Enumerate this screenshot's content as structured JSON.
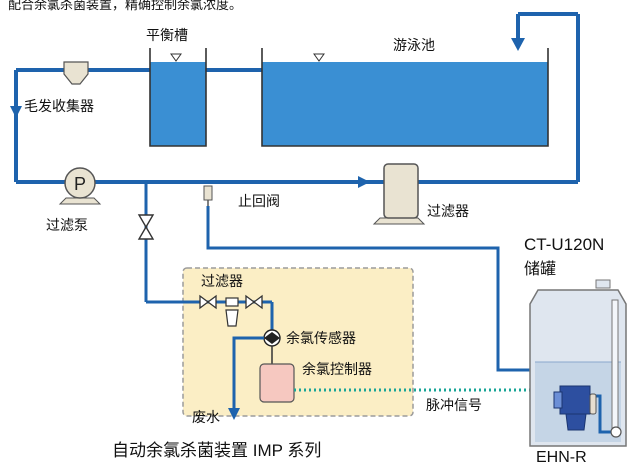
{
  "top_note": "配合余氯杀菌装置，精确控制余氯浓度。",
  "labels": {
    "balance_tank": "平衡槽",
    "pool": "游泳池",
    "hair_collector": "毛发收集器",
    "pump_letter": "P",
    "filter_pump": "过滤泵",
    "check_valve": "止回阀",
    "main_filter": "过滤器",
    "box_filter": "过滤器",
    "chlorine_sensor": "余氯传感器",
    "chlorine_controller": "余氯控制器",
    "waste_water": "废水",
    "pulse_signal": "脉冲信号",
    "tank_model": "CT-U120N",
    "tank_name": "储罐",
    "pump_model": "EHN-R",
    "system_title": "自动余氯杀菌装置 IMP 系列"
  },
  "colors": {
    "pipe": "#1e63ad",
    "water": "#3a8fd3",
    "box_fill": "#fbeec5",
    "box_border": "#9b9b9b",
    "signal": "#1aa597",
    "pump_blue": "#2d4fa0",
    "controller": "#f6c8c0"
  }
}
